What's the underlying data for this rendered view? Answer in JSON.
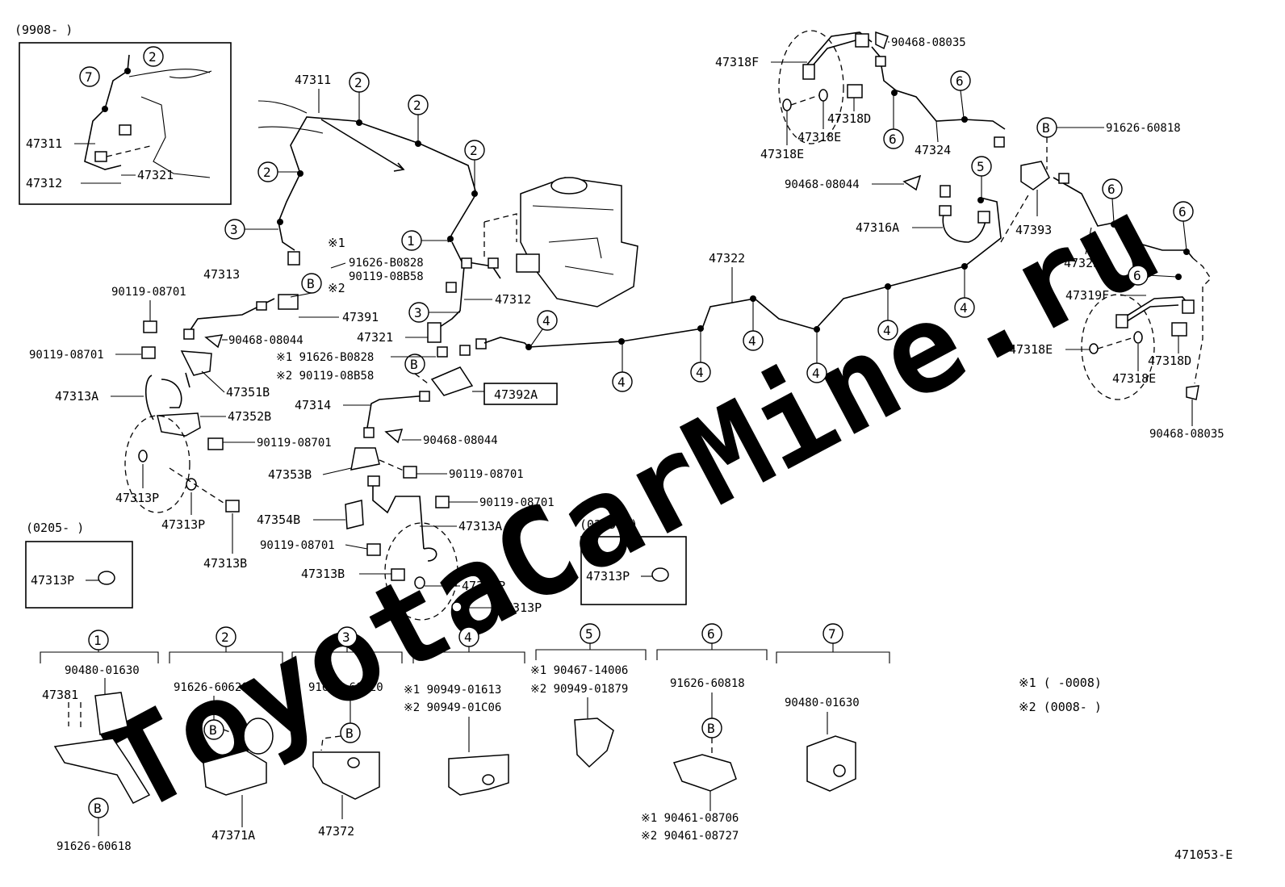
{
  "inset_top_left": {
    "date_range": "(9908-       )",
    "labels": [
      "47311",
      "47312",
      "47321"
    ],
    "callouts": [
      "7",
      "2"
    ]
  },
  "inset_0205_left": {
    "date_range": "(0205-       )",
    "label": "47313P"
  },
  "inset_0205_right": {
    "date_range": "(0205-       )",
    "label": "47313P"
  },
  "main_labels": {
    "p47311": "47311",
    "p47313": "47313",
    "p90119_a": "90119-08701",
    "p90119_b": "90119-08701",
    "p47313A_left": "47313A",
    "p47351B": "47351B",
    "p47352B": "47352B",
    "p90119_c": "90119-08701",
    "p47313P_a": "47313P",
    "p47313P_b": "47313P",
    "p47313B_left": "47313B",
    "note1": "※1",
    "p91626_B0828_a": "91626-B0828",
    "p90119_08B58_a": "90119-08B58",
    "note2": "※2",
    "p47391": "47391",
    "p90468_08044_a": "90468-08044",
    "p47312": "47312",
    "p47321": "47321",
    "p91626_B0828_b": "※1 91626-B0828",
    "p90119_08B58_b": "※2 90119-08B58",
    "p47314": "47314",
    "p47392A": "47392A",
    "p90468_08044_b": "90468-08044",
    "p47353B": "47353B",
    "p90119_d": "90119-08701",
    "p90119_e": "90119-08701",
    "p47354B": "47354B",
    "p47313A_mid": "47313A",
    "p90119_f": "90119-08701",
    "p47313B_mid": "47313B",
    "p47313P_c": "47313P",
    "p47313P_d": "47313P",
    "p47322": "47322",
    "p47318F_top": "47318F",
    "p90468_08035_top": "90468-08035",
    "p47318D_top": "47318D",
    "p47318E_top": "47318E",
    "p47318E_top2": "47318E",
    "p47324": "47324",
    "p91626_60818": "91626-60818",
    "p90468_08044_c": "90468-08044",
    "p47316A": "47316A",
    "p47393": "47393",
    "p47325": "47325",
    "p47319F": "47319F",
    "p47318E_right": "47318E",
    "p47318D_right": "47318D",
    "p47318E_right2": "47318E",
    "p90468_08035_right": "90468-08035"
  },
  "legend_groups": [
    {
      "num": "1",
      "parts": [
        "90480-01630",
        "47381",
        "91626-60618"
      ]
    },
    {
      "num": "2",
      "parts": [
        "91626-60620",
        "47371A"
      ]
    },
    {
      "num": "3",
      "parts": [
        "91626-60620",
        "47372"
      ]
    },
    {
      "num": "4",
      "parts": [
        "※1 90949-01613",
        "※2 90949-01C06"
      ]
    },
    {
      "num": "5",
      "parts": [
        "※1 90467-14006",
        "※2 90949-01879"
      ]
    },
    {
      "num": "6",
      "parts": [
        "91626-60818",
        "※1 90461-08706",
        "※2 90461-08727"
      ]
    },
    {
      "num": "7",
      "parts": [
        "90480-01630"
      ]
    }
  ],
  "notes": {
    "n1": "※1 (       -0008)",
    "n2": "※2 (0008-       )"
  },
  "figure_id": "471053-E",
  "watermark": "ToyotaCarMine.ru",
  "callout_letter": "B"
}
